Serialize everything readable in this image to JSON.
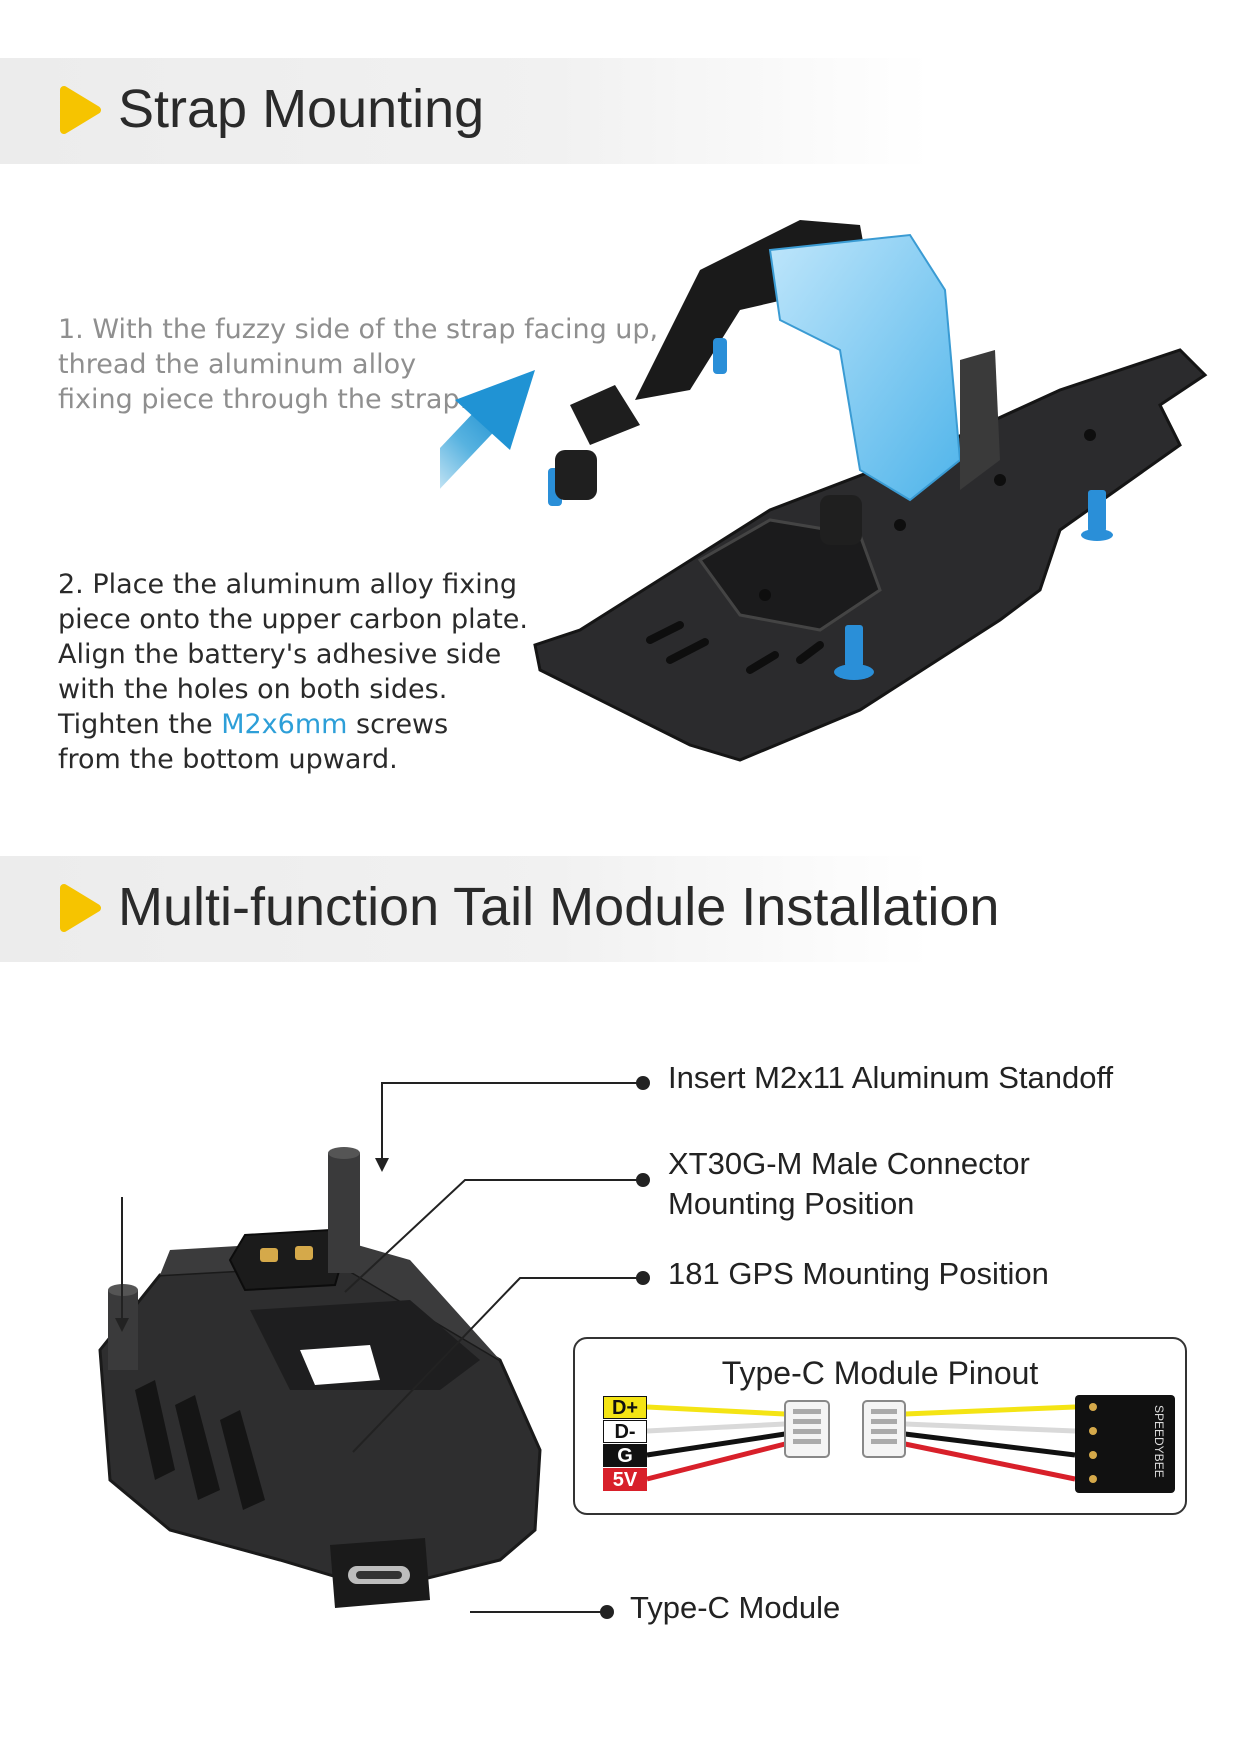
{
  "section1": {
    "title": "Strap Mounting",
    "step1_lines": [
      "1.  With the fuzzy side of the strap facing up,",
      "thread the aluminum alloy",
      "fixing piece through the strap."
    ],
    "step2_lines_before": [
      "2. Place the aluminum alloy fixing",
      "piece onto the upper carbon plate.",
      "Align the battery's adhesive side",
      "with the holes on both sides."
    ],
    "step2_tighten_prefix": "Tighten the ",
    "step2_highlight": "M2x6mm",
    "step2_tighten_suffix": " screws",
    "step2_last_line": "from the bottom upward."
  },
  "section2": {
    "title": "Multi-function Tail Module Installation",
    "callouts": {
      "standoff": "Insert M2x11 Aluminum Standoff",
      "xt30_line1": "XT30G-M Male Connector",
      "xt30_line2": "Mounting Position",
      "gps": "181 GPS Mounting Position",
      "typec": "Type-C Module"
    },
    "pinout": {
      "title": "Type-C Module Pinout",
      "pins": [
        "D+",
        "D-",
        "G",
        "5V"
      ],
      "board_label": "SPEEDYBEE"
    }
  },
  "colors": {
    "accent_yellow": "#f6c400",
    "highlight_blue": "#2d9fd8",
    "pin_yellow": "#f4e414",
    "pin_red": "#d8202a"
  }
}
